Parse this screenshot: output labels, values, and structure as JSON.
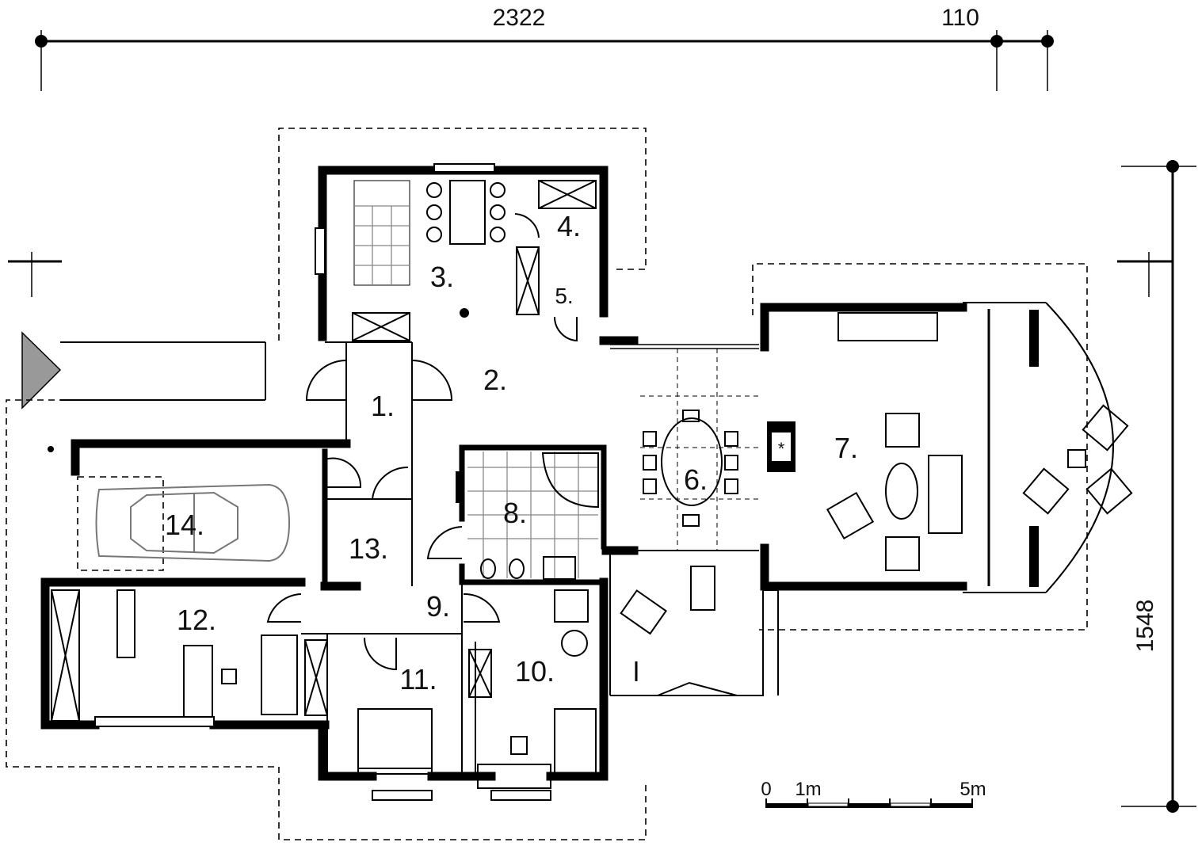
{
  "dimensions": {
    "width_top": "2322",
    "overhang_top": "110",
    "depth_right": "1548"
  },
  "rooms": [
    {
      "id": "1",
      "label": "1."
    },
    {
      "id": "2",
      "label": "2."
    },
    {
      "id": "3",
      "label": "3."
    },
    {
      "id": "4",
      "label": "4."
    },
    {
      "id": "5",
      "label": "5."
    },
    {
      "id": "6",
      "label": "6."
    },
    {
      "id": "7",
      "label": "7."
    },
    {
      "id": "8",
      "label": "8."
    },
    {
      "id": "9",
      "label": "9."
    },
    {
      "id": "10",
      "label": "10."
    },
    {
      "id": "11",
      "label": "11."
    },
    {
      "id": "12",
      "label": "12."
    },
    {
      "id": "13",
      "label": "13."
    },
    {
      "id": "14",
      "label": "14."
    }
  ],
  "scale_bar": {
    "zero": "0",
    "one": "1m",
    "five": "5m"
  }
}
